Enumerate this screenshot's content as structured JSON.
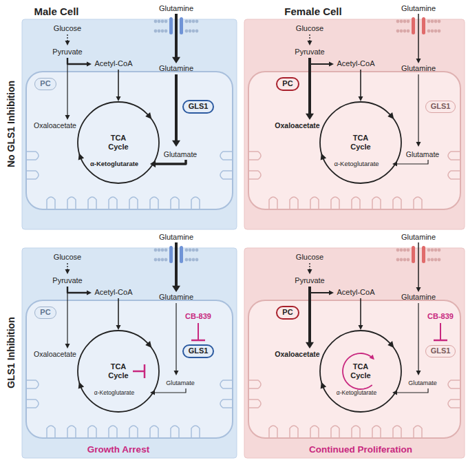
{
  "diagram": {
    "nodes": [
      {
        "text": [
          "PC"
        ]
      },
      {
        "text": [
          "GLS1"
        ]
      },
      {
        "text": [
          "TCA Cycle"
        ]
      },
      {
        "text": [
          "PC"
        ]
      },
      {
        "text": [
          "GLS1"
        ]
      },
      {
        "text": [
          "TCA Cycle"
        ]
      },
      {
        "text": [
          "PC"
        ]
      },
      {
        "text": [
          "GLS1"
        ]
      },
      {
        "text": [
          "TCA Cycle"
        ]
      },
      {
        "text": [
          "PC"
        ]
      },
      {
        "text": [
          "GLS1"
        ]
      },
      {
        "text": [
          "TCA Cycle"
        ]
      }
    ],
    "labels": [
      "Male Cell",
      "Female Cell",
      "No GLS1 Inhibition",
      "Glutamine",
      "Glucose",
      "Pyruvate",
      "Acetyl-CoA",
      "Oxaloacetate",
      "Glutamine",
      "Glutamate",
      "α-Ketoglutarate",
      "Glutamine",
      "Glucose",
      "Pyruvate",
      "Acetyl-CoA",
      "Oxaloacetate",
      "Glutamine",
      "Glutamate",
      "α-Ketoglutarate",
      "GLS1 Inhibition",
      "Glutamine",
      "Glucose",
      "Pyruvate",
      "Acetyl-CoA",
      "Oxaloacetate",
      "Glutamine",
      "Glutamate",
      "α-Ketoglutarate",
      "CB-839",
      "Growth Arrest",
      "Glutamine",
      "Glucose",
      "Pyruvate",
      "Acetyl-CoA",
      "Oxaloacetate",
      "Glutamine",
      "Glutamate",
      "α-Ketoglutarate",
      "CB-839",
      "Continued Proliferation"
    ]
  }
}
